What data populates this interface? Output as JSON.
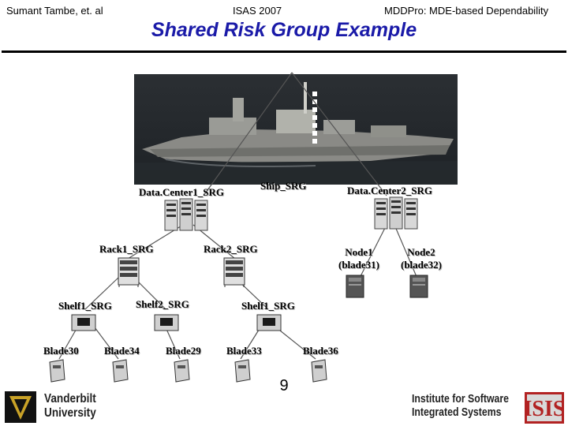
{
  "header": {
    "author": "Sumant Tambe, et. al",
    "conference": "ISAS 2007",
    "project": "MDDPro: MDE-based Dependability"
  },
  "title": "Shared Risk Group Example",
  "nodes": {
    "ship_srg": "Ship_SRG",
    "dc1_srg": "Data.Center1_SRG",
    "dc2_srg": "Data.Center2_SRG",
    "rack1_srg": "Rack1_SRG",
    "rack2_srg": "Rack2_SRG",
    "node1": "Node1",
    "node1_sub": "(blade31)",
    "node2": "Node2",
    "node2_sub": "(blade32)",
    "shelf1_srg_a": "Shelf1_SRG",
    "shelf2_srg": "Shelf2_SRG",
    "shelf1_srg_b": "Shelf1_SRG",
    "blade30": "Blade30",
    "blade34": "Blade34",
    "blade29": "Blade29",
    "blade33": "Blade33",
    "blade36": "Blade36"
  },
  "footer": {
    "left_logo_line1": "Vanderbilt",
    "left_logo_line2": "University",
    "page": "9",
    "right_logo_line1": "Institute for Software",
    "right_logo_line2": "Integrated Systems"
  },
  "colors": {
    "title": "#1a1aa8",
    "vanderbilt_gold": "#c9a227",
    "isis_red": "#b22222"
  }
}
